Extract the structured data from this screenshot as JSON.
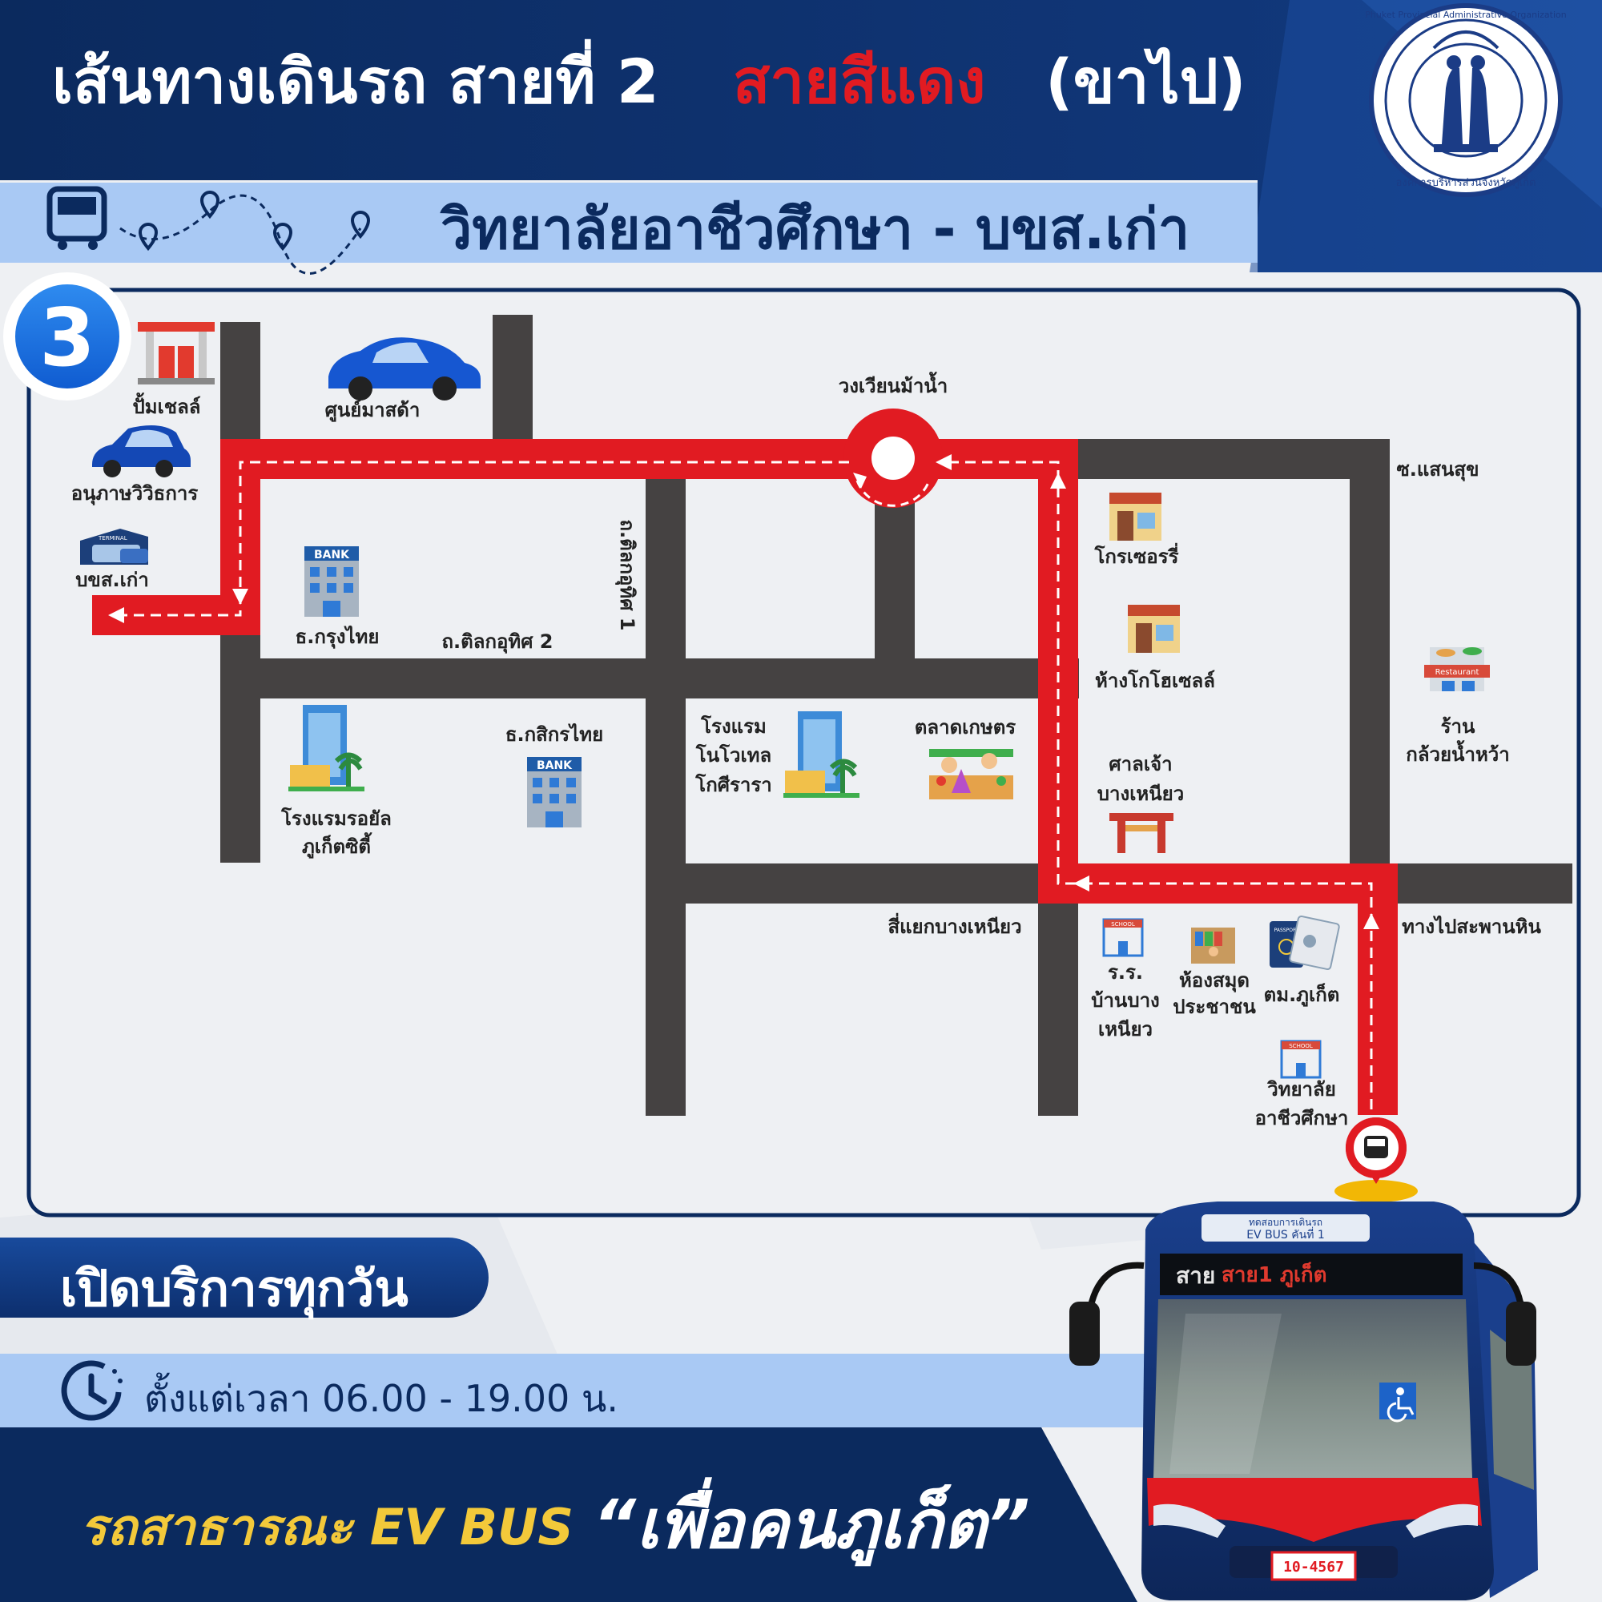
{
  "header": {
    "title_main": "เส้นทางเดินรถ สายที่ 2",
    "title_red": "สายสีแดง",
    "title_tail": "(ขาไป)",
    "route": "วิทยาลัยอาชีวศึกษา - บขส.เก่า"
  },
  "logo": {
    "text_th": "องค์การบริหารส่วนจังหวัดภูเก็ต",
    "text_en": "Phuket Provincial Administrative Organization"
  },
  "step_number": "3",
  "map": {
    "places": {
      "diesel_pump": "ปั้มเชลล์",
      "mazda": "ศูนย์มาสด้า",
      "monument": "อนุภาษวิวิธการ",
      "old_terminal": "บขส.เก่า",
      "roundabout": "วงเวียนม้าน้ำ",
      "saensuk": "ซ.แสนสุข",
      "grocery": "โกรเซอรรี่",
      "wholesale": "ห้างโกโฮเซลล์",
      "restaurant_1": "ร้าน",
      "restaurant_2": "กล้วยน้ำหว้า",
      "krungthai": "ธ.กรุงไทย",
      "tilok2": "ถ.ติลกอุทิศ 2",
      "tilok1": "ถ.ติลกอุทิศ 1",
      "kasikorn": "ธ.กสิกรไทย",
      "novotel_1": "โรงแรม",
      "novotel_2": "โนโวเทล",
      "novotel_3": "โกศีรารา",
      "market": "ตลาดเกษตร",
      "shrine_1": "ศาลเจ้า",
      "shrine_2": "บางเหนียว",
      "royal_1": "โรงแรมรอยัล",
      "royal_2": "ภูเก็ตซิตี้",
      "junction": "สี่แยกบางเหนียว",
      "to_bridge": "ทางไปสะพานหิน",
      "school_1": "ร.ร.",
      "school_2": "บ้านบาง",
      "school_3": "เหนียว",
      "library_1": "ห้องสมุด",
      "library_2": "ประชาชน",
      "immigration": "ตม.ภูเก็ต",
      "college_1": "วิทยาลัย",
      "college_2": "อาชีวศึกษา"
    },
    "icon_text": {
      "bank": "BANK",
      "terminal": "TERMINAL",
      "school": "SCHOOL",
      "restaurant": "Restaurant",
      "passport": "PASSPORT"
    }
  },
  "service": {
    "open_label": "เปิดบริการทุกวัน",
    "hours": "ตั้งแต่เวลา 06.00 - 19.00 น."
  },
  "footer": {
    "slogan_left": "รถสาธารณะ EV BUS",
    "slogan_right": "“เพื่อคนภูเก็ต”"
  },
  "bus": {
    "top_sign_1": "ทดสอบการเดินรถ",
    "top_sign_2": "EV BUS คันที่ 1",
    "route_sign": "สาย",
    "destination_sign": "สาย1 ภูเก็ต",
    "plate": "10-4567"
  },
  "colors": {
    "navy": "#0b2a5e",
    "light_blue": "#a9c9f4",
    "route_red": "#e11b22",
    "road": "#454242",
    "slogan_yellow": "#f3c93a",
    "map_bg": "#eef0f3"
  }
}
